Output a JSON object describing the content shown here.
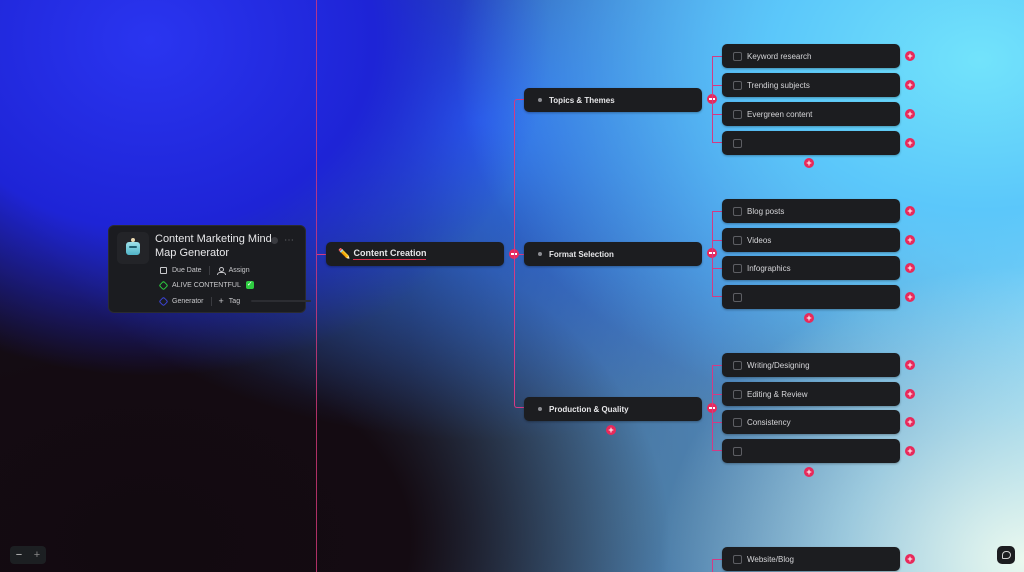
{
  "root": {
    "title": "Content Marketing Mind Map Generator",
    "icon": "robot-icon",
    "due_date_label": "Due Date",
    "assign_label": "Assign",
    "status_tag": "ALIVE CONTENTFUL",
    "status_check": "✓",
    "category_tag": "Generator",
    "add_tag_label": "Tag",
    "more_icon": "⋯"
  },
  "level1": {
    "icon": "✏️",
    "label": "Content Creation"
  },
  "level2": [
    {
      "label": "Topics & Themes"
    },
    {
      "label": "Format Selection"
    },
    {
      "label": "Production & Quality"
    }
  ],
  "level3": {
    "topics": [
      "Keyword research",
      "Trending subjects",
      "Evergreen content",
      ""
    ],
    "format": [
      "Blog posts",
      "Videos",
      "Infographics",
      ""
    ],
    "production": [
      "Writing/Designing",
      "Editing & Review",
      "Consistency",
      ""
    ],
    "next": [
      "Website/Blog"
    ]
  },
  "controls": {
    "zoom_out": "−",
    "zoom_in": "+",
    "add": "+"
  },
  "colors": {
    "accent": "#e8295a",
    "connector": "#d33b85",
    "node_bg": "#1c1d20"
  }
}
